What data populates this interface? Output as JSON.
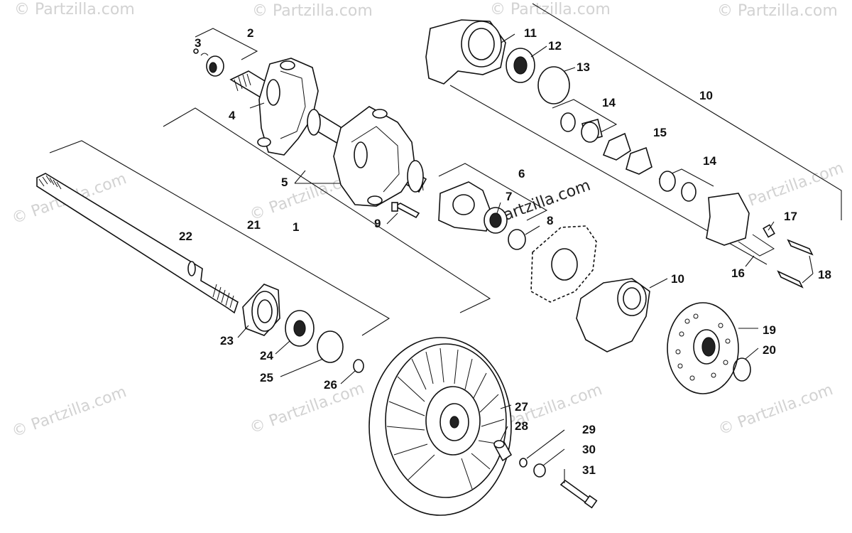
{
  "watermark": {
    "text": "© Partzilla.com",
    "center_text": "©Partzilla.com"
  },
  "callouts": {
    "c1": "1",
    "c2": "2",
    "c3": "3",
    "c4": "4",
    "c5": "5",
    "c6": "6",
    "c7": "7",
    "c8": "8",
    "c9": "9",
    "c10a": "10",
    "c10b": "10",
    "c11": "11",
    "c12": "12",
    "c13": "13",
    "c14a": "14",
    "c14b": "14",
    "c15": "15",
    "c16": "16",
    "c17": "17",
    "c18": "18",
    "c19": "19",
    "c20": "20",
    "c21": "21",
    "c22": "22",
    "c23": "23",
    "c24": "24",
    "c25": "25",
    "c26": "26",
    "c27": "27",
    "c28": "28",
    "c29": "29",
    "c30": "30",
    "c31": "31"
  }
}
